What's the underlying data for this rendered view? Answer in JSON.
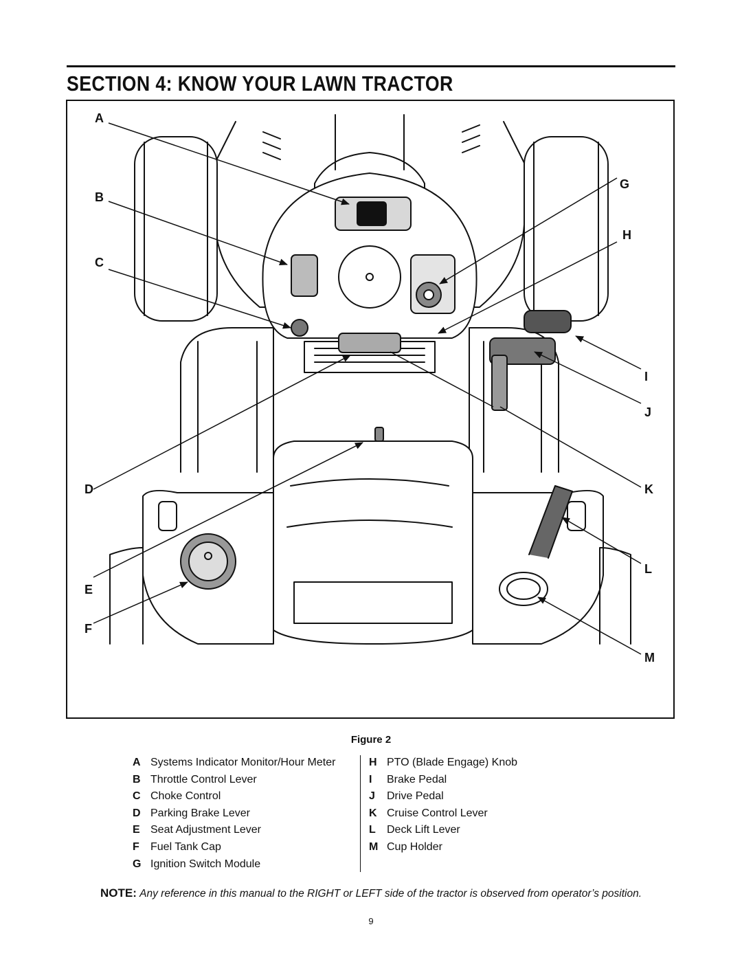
{
  "header": {
    "title": "SECTION 4:  KNOW YOUR LAWN TRACTOR"
  },
  "figure": {
    "caption": "Figure 2",
    "callouts": [
      "A",
      "B",
      "C",
      "D",
      "E",
      "F",
      "G",
      "H",
      "I",
      "J",
      "K",
      "L",
      "M"
    ]
  },
  "legend": {
    "left": [
      {
        "key": "A",
        "label": "Systems Indicator Monitor/Hour Meter"
      },
      {
        "key": "B",
        "label": "Throttle Control Lever"
      },
      {
        "key": "C",
        "label": "Choke Control"
      },
      {
        "key": "D",
        "label": "Parking Brake Lever"
      },
      {
        "key": "E",
        "label": "Seat Adjustment Lever"
      },
      {
        "key": "F",
        "label": "Fuel Tank Cap"
      },
      {
        "key": "G",
        "label": "Ignition Switch Module"
      }
    ],
    "right": [
      {
        "key": "H",
        "label": "PTO (Blade Engage) Knob"
      },
      {
        "key": "I",
        "label": "Brake Pedal"
      },
      {
        "key": "J",
        "label": "Drive Pedal"
      },
      {
        "key": "K",
        "label": "Cruise Control Lever"
      },
      {
        "key": "L",
        "label": "Deck Lift Lever"
      },
      {
        "key": "M",
        "label": "Cup Holder"
      }
    ]
  },
  "note": {
    "lead": "NOTE:",
    "text": "Any reference in this manual to the RIGHT or LEFT side of the tractor is observed from operator’s position."
  },
  "page_number": "9"
}
